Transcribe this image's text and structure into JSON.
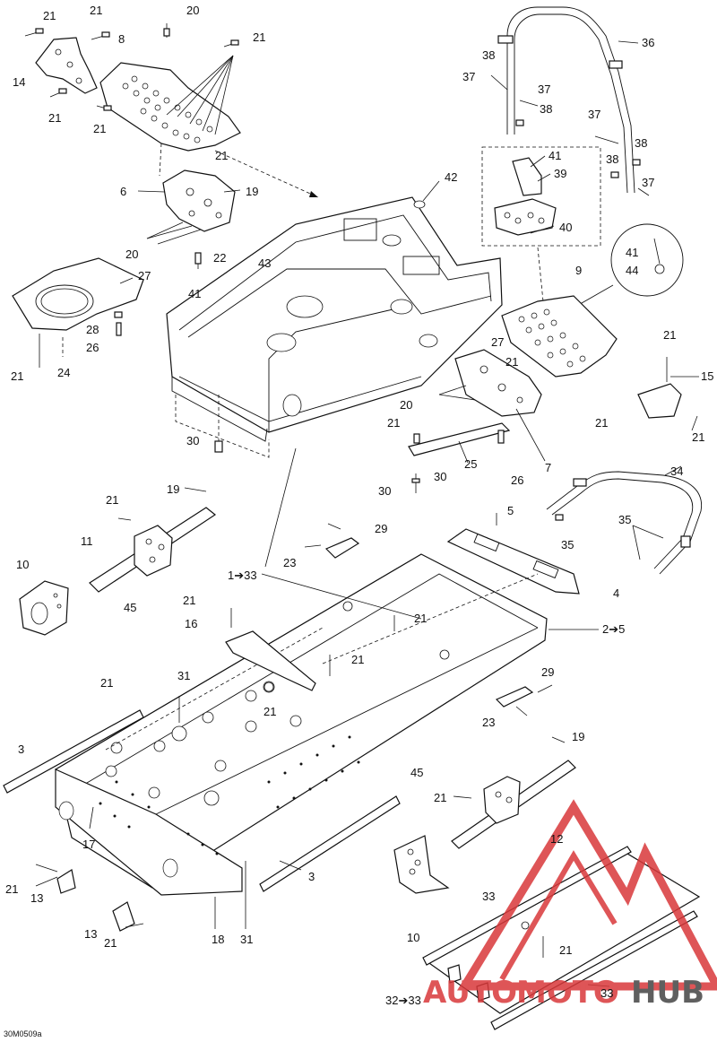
{
  "diagram_code": "30M0509a",
  "callouts": {
    "c_21a": "21",
    "c_21b": "21",
    "c_20a": "20",
    "c_21c": "21",
    "c_8": "8",
    "c_14": "14",
    "c_21d": "21",
    "c_21e": "21",
    "c_21f": "21",
    "c_6": "6",
    "c_19a": "19",
    "c_20b": "20",
    "c_22": "22",
    "c_43": "43",
    "c_41a": "41",
    "c_27a": "27",
    "c_28": "28",
    "c_26a": "26",
    "c_21g": "21",
    "c_24": "24",
    "c_30a": "30",
    "c_42": "42",
    "c_36": "36",
    "c_38a": "38",
    "c_37a": "37",
    "c_37b": "37",
    "c_38b": "38",
    "c_37c": "37",
    "c_38c": "38",
    "c_38d": "38",
    "c_37d": "37",
    "c_41b": "41",
    "c_39": "39",
    "c_40": "40",
    "c_41c": "41",
    "c_44": "44",
    "c_9": "9",
    "c_27b": "27",
    "c_21h": "21",
    "c_20c": "20",
    "c_21i": "21",
    "c_15": "15",
    "c_21j": "21",
    "c_21k": "21",
    "c_25": "25",
    "c_26b": "26",
    "c_7": "7",
    "c_30b": "30",
    "c_30c": "30",
    "c_19b": "19",
    "c_21l": "21",
    "c_11": "11",
    "c_10a": "10",
    "c_29a": "29",
    "c_23a": "23",
    "c_5": "5",
    "c_4": "4",
    "c_34": "34",
    "c_35a": "35",
    "c_35b": "35",
    "c_1to33": "1➔33",
    "c_2to5": "2➔5",
    "c_21m": "21",
    "c_45a": "45",
    "c_16": "16",
    "c_21n": "21",
    "c_21o": "21",
    "c_21p": "21",
    "c_31a": "31",
    "c_21q": "21",
    "c_29b": "29",
    "c_23b": "23",
    "c_19c": "19",
    "c_45b": "45",
    "c_3a": "3",
    "c_17": "17",
    "c_21r": "21",
    "c_12": "12",
    "c_21s": "21",
    "c_13a": "13",
    "c_3b": "3",
    "c_13b": "13",
    "c_21t": "21",
    "c_18": "18",
    "c_31b": "31",
    "c_10b": "10",
    "c_33a": "33",
    "c_21u": "21",
    "c_32to33": "32➔33",
    "c_33b": "33"
  },
  "watermark": {
    "word_left": "AUTO",
    "word_mid": "MOTO",
    "word_right": "HUB",
    "color_red": "#d9383a",
    "color_dark": "#444444"
  }
}
